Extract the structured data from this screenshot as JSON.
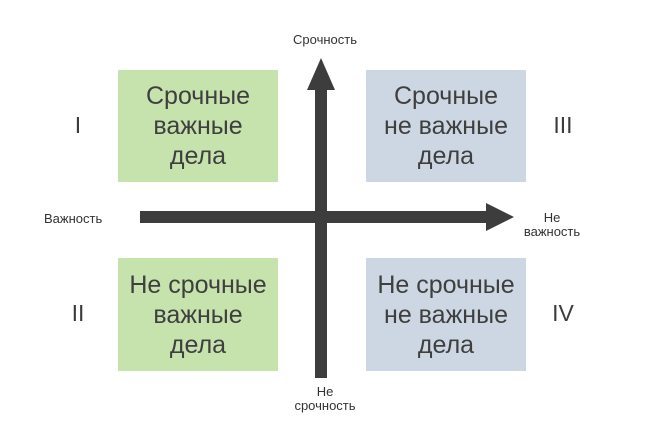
{
  "colors": {
    "important": "#c6e2ad",
    "not_important": "#ccd7e3",
    "axis": "#3d3d3d"
  },
  "axes": {
    "vertical_top": "Срочность",
    "vertical_bottom": "Не\nсрочность",
    "horizontal_left": "Важность",
    "horizontal_right": "Не\nважность"
  },
  "quadrants": [
    {
      "numeral": "I",
      "text": "Срочные\nважные\nдела",
      "color_key": "important"
    },
    {
      "numeral": "II",
      "text": "Не срочные\nважные\nдела",
      "color_key": "important"
    },
    {
      "numeral": "III",
      "text": "Срочные\nне важные\nдела",
      "color_key": "not_important"
    },
    {
      "numeral": "IV",
      "text": "Не срочные\nне важные\nдела",
      "color_key": "not_important"
    }
  ]
}
